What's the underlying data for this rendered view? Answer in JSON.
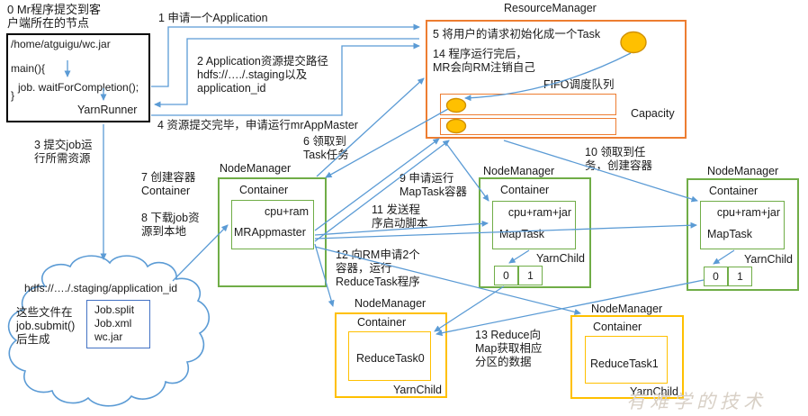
{
  "client": {
    "jar_path": "/home/atguigu/wc.jar",
    "code_main": "main(){",
    "code_wait": "job. waitForCompletion();",
    "code_close": "}",
    "runner": "YarnRunner"
  },
  "resource_manager": {
    "title": "ResourceManager",
    "step5": "5 将用户的请求初始化成一个Task",
    "step14": "14 程序运行完后，\nMR会向RM注销自己",
    "queue_label": "FIFO调度队列",
    "capacity": "Capacity"
  },
  "steps": {
    "s0": "0 Mr程序提交到客\n户端所在的节点",
    "s1": "1 申请一个Application",
    "s2": "2 Application资源提交路径\nhdfs://…./.staging以及\napplication_id",
    "s3": "3 提交job运\n行所需资源",
    "s4": "4 资源提交完毕，申请运行mrAppMaster",
    "s6": "6 领取到\nTask任务",
    "s7": "7 创建容器\nContainer",
    "s8": "8 下载job资\n源到本地",
    "s9": "9 申请运行\nMapTask容器",
    "s10": "10 领取到任\n务，创建容器",
    "s11": "11 发送程\n序启动脚本",
    "s12": "12 向RM申请2个\n容器，运行\nReduceTask程序",
    "s13": "13 Reduce向\nMap获取相应\n分区的数据"
  },
  "node_managers": [
    {
      "title": "NodeManager",
      "container_label": "Container",
      "resources": "cpu+ram",
      "process": "MRAppmaster"
    },
    {
      "title": "NodeManager",
      "container_label": "Container",
      "resources": "cpu+ram+jar",
      "process": "MapTask",
      "child": "YarnChild",
      "cells": [
        "0",
        "1"
      ]
    },
    {
      "title": "NodeManager",
      "container_label": "Container",
      "resources": "cpu+ram+jar",
      "process": "MapTask",
      "child": "YarnChild",
      "cells": [
        "0",
        "1"
      ]
    },
    {
      "title": "NodeManager",
      "container_label": "Container",
      "process": "ReduceTask0",
      "child": "YarnChild"
    },
    {
      "title": "NodeManager",
      "container_label": "Container",
      "process": "ReduceTask1",
      "child": "YarnChild"
    }
  ],
  "hdfs": {
    "path": "hdfs://…./.staging/application_id",
    "note": "这些文件在\njob.submit()\n后生成",
    "files": "Job.split\nJob.xml\nwc.jar"
  },
  "watermark": "有难学的技术",
  "colors": {
    "arrow": "#5B9BD5",
    "rm_border": "#ED7D31",
    "nm_green": "#70AD47",
    "nm_yellow": "#FFC000",
    "task_fill": "#FFC000",
    "hdfs_cloud": "#5B9BD5",
    "files_box": "#4472C4"
  }
}
